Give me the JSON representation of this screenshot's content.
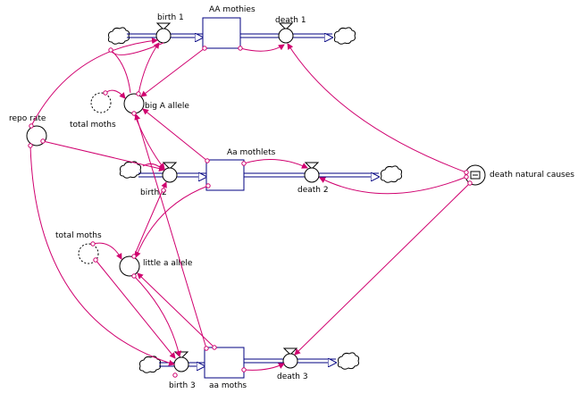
{
  "stocks": {
    "AA": "AA mothies",
    "Aa": "Aa mothlets",
    "aa": "aa moths"
  },
  "flows": {
    "birth1": "birth 1",
    "death1": "death 1",
    "birth2": "birth 2",
    "death2": "death 2",
    "birth3": "birth 3",
    "death3": "death 3"
  },
  "converters": {
    "repo_rate": "repo rate",
    "big_A": "big A allele",
    "total_moths_1": "total moths",
    "total_moths_2": "total moths",
    "little_a": "little a allele",
    "death_natural": "death natural causes"
  },
  "colors": {
    "stock_line": "#000080",
    "connector": "#d0006f"
  }
}
